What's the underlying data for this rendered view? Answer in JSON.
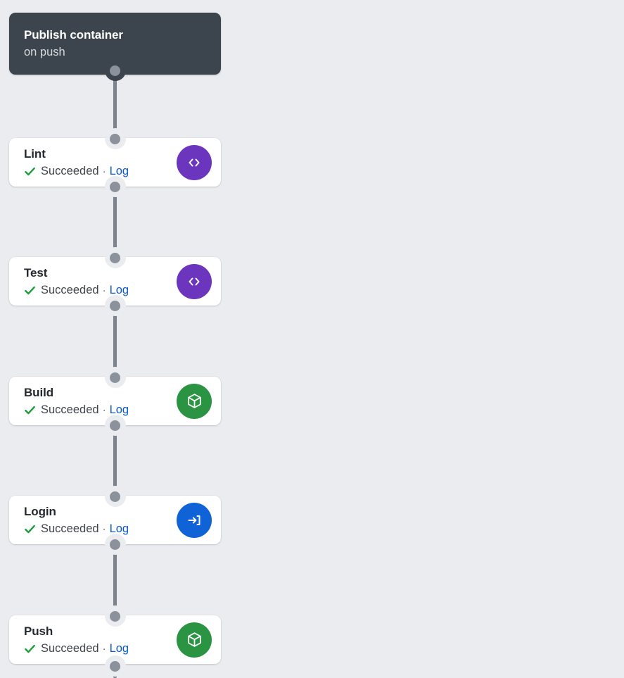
{
  "colors": {
    "background": "#eaecf0",
    "card_background": "#ffffff",
    "trigger_background": "#3c444d",
    "connector": "#7c838c",
    "node": "#8b929b",
    "success_green": "#1f9c3b",
    "link_blue": "#0a58d0",
    "icon_purple": "#6b35bd",
    "icon_green": "#2a9443",
    "icon_blue": "#0f63d6"
  },
  "pipeline": {
    "trigger": {
      "title": "Publish container",
      "subtitle": "on push"
    },
    "separator": "·",
    "steps": [
      {
        "title": "Lint",
        "status": "Succeeded",
        "status_icon": "check-icon",
        "log_label": "Log",
        "icon": "code-icon",
        "icon_color": "#6b35bd"
      },
      {
        "title": "Test",
        "status": "Succeeded",
        "status_icon": "check-icon",
        "log_label": "Log",
        "icon": "code-icon",
        "icon_color": "#6b35bd"
      },
      {
        "title": "Build",
        "status": "Succeeded",
        "status_icon": "check-icon",
        "log_label": "Log",
        "icon": "package-icon",
        "icon_color": "#2a9443"
      },
      {
        "title": "Login",
        "status": "Succeeded",
        "status_icon": "check-icon",
        "log_label": "Log",
        "icon": "sign-in-icon",
        "icon_color": "#0f63d6"
      },
      {
        "title": "Push",
        "status": "Succeeded",
        "status_icon": "check-icon",
        "log_label": "Log",
        "icon": "package-icon",
        "icon_color": "#2a9443"
      }
    ]
  }
}
